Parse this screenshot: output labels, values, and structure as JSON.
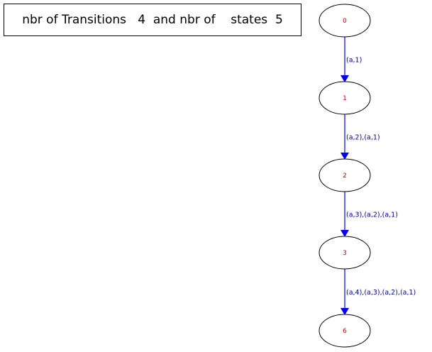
{
  "title": {
    "text": "nbr of Transitions   4  and nbr of    states  5"
  },
  "colors": {
    "edge": "#0000ee",
    "node_label": "#cc0000",
    "edge_label": "#00008b",
    "node_stroke": "#000000"
  },
  "nodes": [
    {
      "id": "0",
      "label": "0"
    },
    {
      "id": "1",
      "label": "1"
    },
    {
      "id": "2",
      "label": "2"
    },
    {
      "id": "3",
      "label": "3"
    },
    {
      "id": "6",
      "label": "6"
    }
  ],
  "edges": [
    {
      "from": "0",
      "to": "1",
      "label": "(a,1)"
    },
    {
      "from": "1",
      "to": "2",
      "label": "(a,2),(a,1)"
    },
    {
      "from": "2",
      "to": "3",
      "label": "(a,3),(a,2),(a,1)"
    },
    {
      "from": "3",
      "to": "6",
      "label": "(a,4),(a,3),(a,2),(a,1)"
    }
  ]
}
